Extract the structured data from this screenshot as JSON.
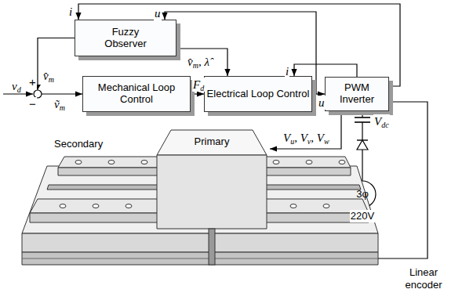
{
  "diagram": {
    "nodes": [
      {
        "text": [
          "Fuzzy Observer"
        ]
      },
      {
        "text": [
          "Mechanical Loop Control"
        ]
      },
      {
        "text": [
          "Electrical Loop Control"
        ]
      },
      {
        "text": [
          "PWM Inverter"
        ]
      }
    ],
    "edges": [
      {
        "from": 0,
        "to": 1,
        "arrow": "to"
      },
      {
        "from": 0,
        "to": 2,
        "arrow": "to",
        "label": "v̂m, λ̂"
      },
      {
        "from": 1,
        "to": 2,
        "arrow": "to",
        "label": "Fd"
      },
      {
        "from": 2,
        "to": 3,
        "arrow": "to",
        "label": "u"
      },
      {
        "from": 2,
        "to": 0,
        "arrow": "to",
        "label": "u"
      },
      {
        "from": 3,
        "to": 2,
        "arrow": "to",
        "label": "i"
      },
      {
        "from": 3,
        "to": 0,
        "arrow": "to",
        "label": "i"
      }
    ],
    "labels": [
      "vd",
      "+",
      "v̂m",
      "−",
      "ṽm",
      "Vdc",
      "3φ",
      "220V",
      "Vu, Vv, Vw",
      "Secondary",
      "Primary",
      "Linear encoder"
    ]
  }
}
